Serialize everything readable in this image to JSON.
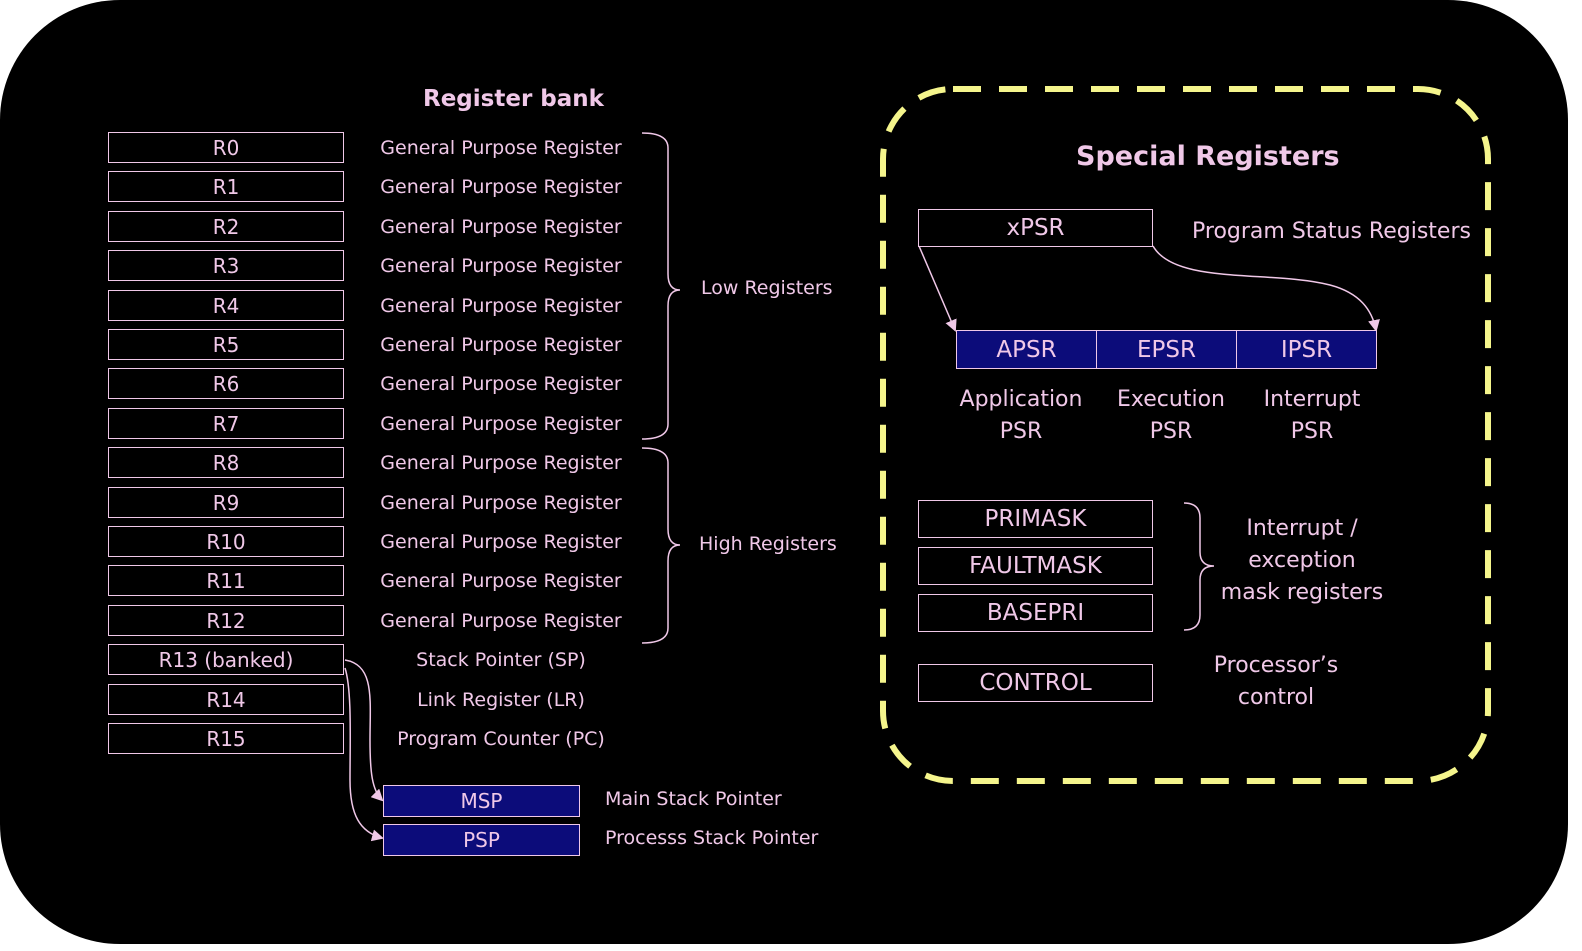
{
  "register_bank": {
    "title": "Register bank",
    "registers": [
      {
        "name": "R0",
        "desc": "General Purpose Register"
      },
      {
        "name": "R1",
        "desc": "General Purpose Register"
      },
      {
        "name": "R2",
        "desc": "General Purpose Register"
      },
      {
        "name": "R3",
        "desc": "General Purpose Register"
      },
      {
        "name": "R4",
        "desc": "General Purpose Register"
      },
      {
        "name": "R5",
        "desc": "General Purpose Register"
      },
      {
        "name": "R6",
        "desc": "General Purpose Register"
      },
      {
        "name": "R7",
        "desc": "General Purpose Register"
      },
      {
        "name": "R8",
        "desc": "General Purpose Register"
      },
      {
        "name": "R9",
        "desc": "General Purpose Register"
      },
      {
        "name": "R10",
        "desc": "General Purpose Register"
      },
      {
        "name": "R11",
        "desc": "General Purpose Register"
      },
      {
        "name": "R12",
        "desc": "General Purpose Register"
      },
      {
        "name": "R13 (banked)",
        "desc": "Stack Pointer (SP)"
      },
      {
        "name": "R14",
        "desc": "Link Register (LR)"
      },
      {
        "name": "R15",
        "desc": "Program Counter (PC)"
      }
    ],
    "low_group_label": "Low Registers",
    "high_group_label": "High Registers",
    "banked": [
      {
        "name": "MSP",
        "desc": "Main Stack Pointer"
      },
      {
        "name": "PSP",
        "desc": "Processs Stack Pointer"
      }
    ]
  },
  "special": {
    "title": "Special Registers",
    "xpsr": {
      "name": "xPSR",
      "desc": "Program Status Registers"
    },
    "psr_parts": [
      {
        "name": "APSR",
        "line1": "Application",
        "line2": "PSR"
      },
      {
        "name": "EPSR",
        "line1": "Execution",
        "line2": "PSR"
      },
      {
        "name": "IPSR",
        "line1": "Interrupt",
        "line2": "PSR"
      }
    ],
    "masks": [
      "PRIMASK",
      "FAULTMASK",
      "BASEPRI"
    ],
    "mask_desc": {
      "line1": "Interrupt /",
      "line2": "exception",
      "line3": "mask registers"
    },
    "control": {
      "name": "CONTROL",
      "line1": "Processor’s",
      "line2": "control"
    }
  },
  "colors": {
    "text": "#f0c8e8",
    "background": "#000000",
    "fill": "#0c0c7a",
    "dashed_border": "#f5f58c"
  }
}
